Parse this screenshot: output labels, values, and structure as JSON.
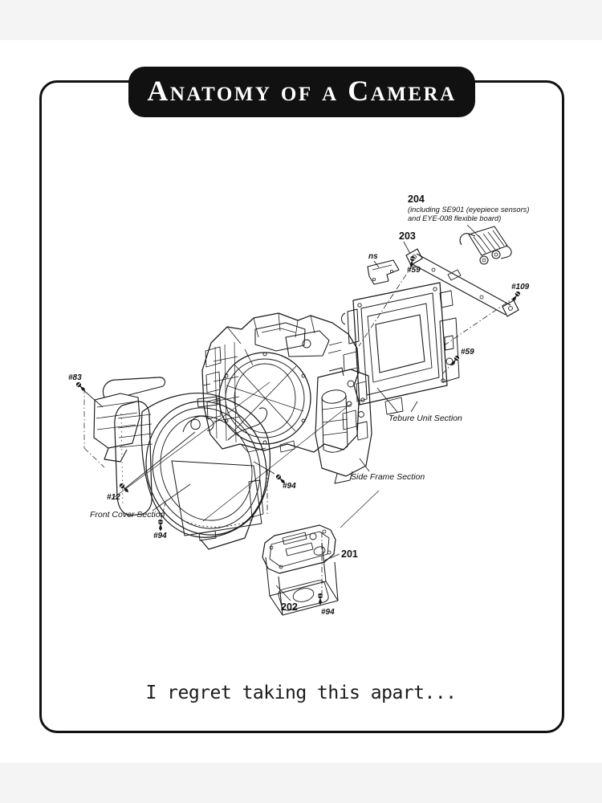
{
  "page": {
    "background_color": "#ffffff",
    "band_color": "#f4f4f4",
    "ink_color": "#111111",
    "title_bg_color": "#111111",
    "title_fg_color": "#ffffff"
  },
  "title": {
    "text": "Anatomy of a Camera"
  },
  "caption": {
    "text": "I regret taking this apart..."
  },
  "labels": {
    "part204": "204",
    "part204_note1": "(including SE901 (eyepiece sensors)",
    "part204_note2": "and EYE-008 flexible board)",
    "part203": "203",
    "ns": "ns",
    "screw59_top": "#59",
    "screw109": "#109",
    "screw59_right": "#59",
    "screw83": "#83",
    "screw12": "#12",
    "screw94_mid": "#94",
    "screw94_left": "#94",
    "screw94_bottom": "#94",
    "part201": "201",
    "part202": "202",
    "section_tebure": "Tebure Unit Section",
    "section_side_frame": "Side Frame Section",
    "section_front_cover": "Front Cover Section"
  }
}
